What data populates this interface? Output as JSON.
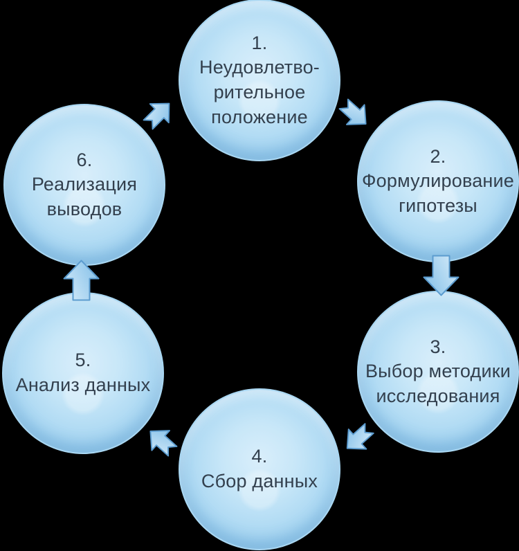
{
  "diagram": {
    "name": "research-cycle-diagram",
    "language": "ru",
    "colors": {
      "background": "#000000",
      "bubble_center": "#d9eefb",
      "bubble_edge": "#82bee8",
      "bubble_border": "#a9d7f2",
      "arrow_fill_light": "#d8edfa",
      "arrow_fill_dark": "#8ec5ea",
      "arrow_border": "#5c9ccf",
      "text": "#33404e"
    },
    "steps": [
      {
        "number": "1.",
        "label": "Неудовлетво-\nрительное\nположение"
      },
      {
        "number": "2.",
        "label": "Формулирование\nгипотезы"
      },
      {
        "number": "3.",
        "label": "Выбор методики\nисследования"
      },
      {
        "number": "4.",
        "label": "Сбор данных"
      },
      {
        "number": "5.",
        "label": "Анализ данных"
      },
      {
        "number": "6.",
        "label": "Реализация\nвыводов"
      }
    ],
    "arrows": [
      {
        "from": "1",
        "to": "2",
        "direction": "down-right"
      },
      {
        "from": "2",
        "to": "3",
        "direction": "down"
      },
      {
        "from": "3",
        "to": "4",
        "direction": "down-left"
      },
      {
        "from": "4",
        "to": "5",
        "direction": "up-left"
      },
      {
        "from": "5",
        "to": "6",
        "direction": "up"
      },
      {
        "from": "6",
        "to": "1",
        "direction": "up-right"
      }
    ]
  }
}
